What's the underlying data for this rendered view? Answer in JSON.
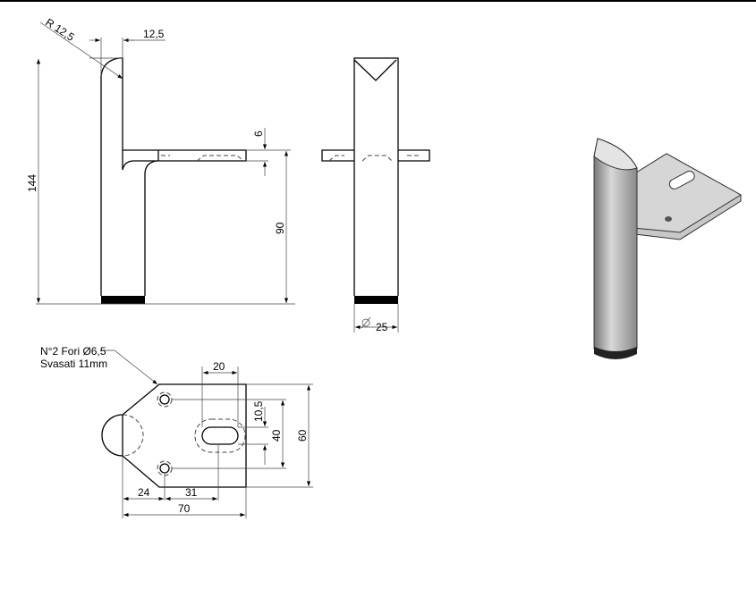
{
  "dimensions": {
    "radius": "R 12,5",
    "top_width": "12,5",
    "total_height": "144",
    "plate_thickness": "6",
    "plate_height": "90",
    "diameter": "25",
    "slot_width": "20",
    "slot_height": "10,5",
    "hole_spacing": "40",
    "plate_depth": "60",
    "offset_a": "24",
    "offset_b": "31",
    "plate_length": "70"
  },
  "note": {
    "line1": "N°2 Fori Ø6,5",
    "line2": "Svasati 11mm"
  },
  "colors": {
    "line": "#000000",
    "part": "#b8b8b8"
  }
}
